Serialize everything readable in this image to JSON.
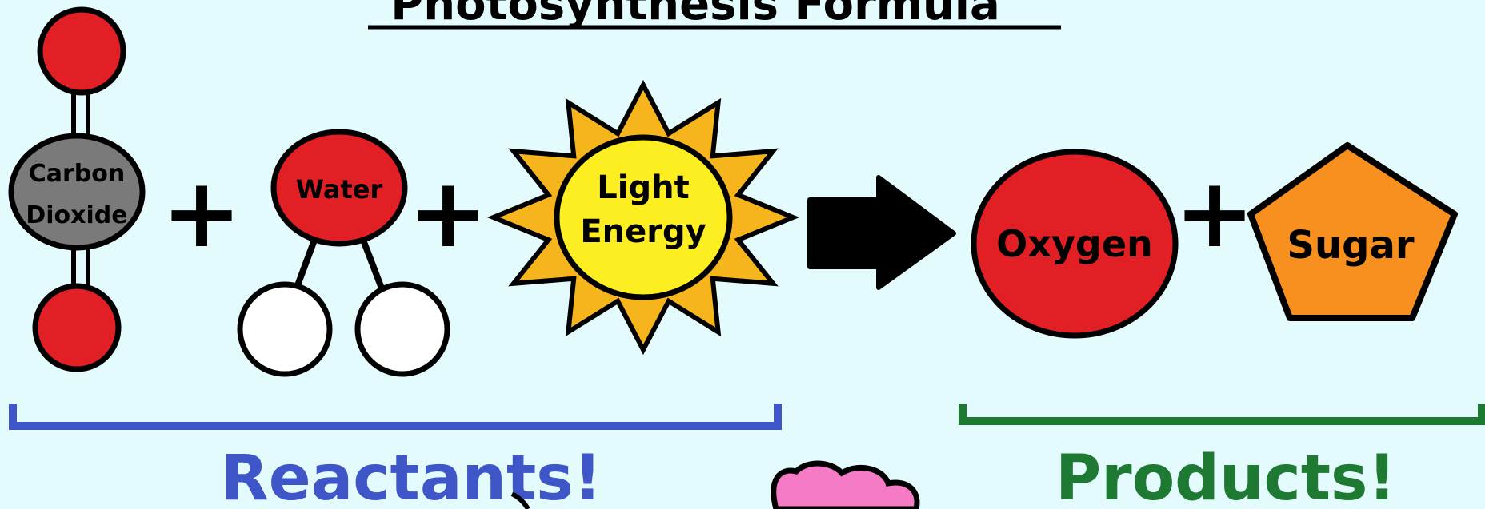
{
  "title": "Photosynthesis Formula",
  "reactants": {
    "carbon_dioxide": {
      "line1": "Carbon",
      "line2": "Dioxide"
    },
    "water": "Water",
    "light_energy": {
      "line1": "Light",
      "line2": "Energy"
    }
  },
  "products": {
    "oxygen": "Oxygen",
    "sugar": "Sugar"
  },
  "plus_sign": "+",
  "reactants_label": "Reactants!",
  "products_label": "Products!",
  "colors": {
    "background": "#e4fbfd",
    "red_atom": "#e31f26",
    "carbon_grey": "#7a7a7a",
    "sun_yellow": "#fcee21",
    "sun_rays": "#f7b51d",
    "sugar_orange": "#f7901e",
    "reactants_blue": "#3e56c8",
    "products_green": "#1e7a33",
    "cloud_pink": "#f57bc6"
  }
}
